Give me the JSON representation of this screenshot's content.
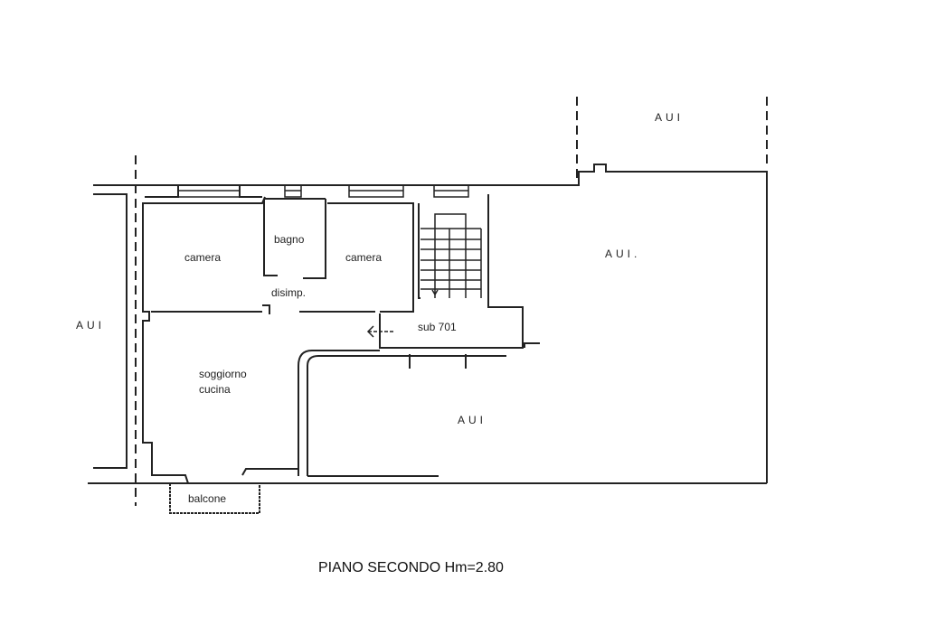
{
  "rooms": {
    "camera_left": "camera",
    "bagno": "bagno",
    "camera_right": "camera",
    "disimp": "disimp.",
    "soggiorno_line1": "soggiorno",
    "soggiorno_line2": "cucina",
    "sub": "sub 701",
    "balcone": "balcone"
  },
  "neighbors": {
    "left": "AUI",
    "top_right": "AUI",
    "right": "AUI.",
    "bottom": "AUI"
  },
  "title": "PIANO SECONDO Hm=2.80"
}
